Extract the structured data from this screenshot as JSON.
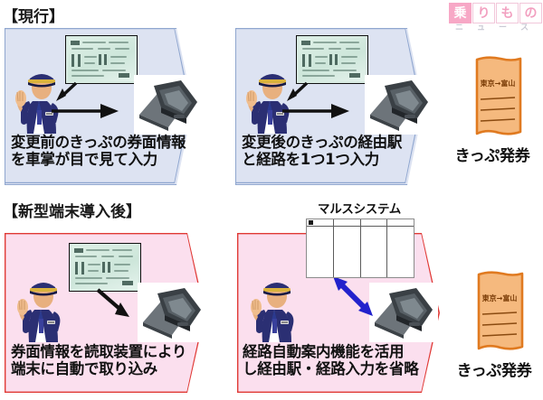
{
  "sections": {
    "current": {
      "heading": "【現行】",
      "panels": [
        {
          "caption_line1": "変更前のきっぷの券面情報",
          "caption_line2": "を車掌が目で見て入力",
          "figure_name": "conductor",
          "ticket_name": "green-train-ticket",
          "device_name": "handheld-terminal"
        },
        {
          "caption_line1": "変更後のきっぷの経由駅",
          "caption_line2": "と経路を1つ1つ入力",
          "figure_name": "conductor",
          "ticket_name": "green-train-ticket",
          "device_name": "handheld-terminal"
        }
      ],
      "output": {
        "ticket_text": "東京→富山",
        "caption": "きっぷ発券"
      }
    },
    "new": {
      "heading": "【新型端末導入後】",
      "panels": [
        {
          "caption_line1": "券面情報を読取装置により",
          "caption_line2": "端末に自動で取り込み",
          "figure_name": "conductor",
          "ticket_name": "green-train-ticket",
          "device_name": "handheld-terminal"
        },
        {
          "caption_line1": "経路自動案内機能を活用",
          "caption_line2": "し経由駅・経路入力を省略",
          "figure_name": "conductor",
          "device_name": "handheld-terminal",
          "system_label": "マルスシステム"
        }
      ],
      "output": {
        "ticket_text": "東京→富山",
        "caption": "きっぷ発券"
      }
    }
  },
  "logo": {
    "row1": [
      "乗",
      "り",
      "も",
      "の"
    ],
    "row2": [
      "ニ",
      "ュ",
      "ー",
      "ス"
    ]
  },
  "colors": {
    "panel_blue_fill": "#dde3f2",
    "panel_blue_border": "#8fa6cf",
    "panel_pink_fill": "#fbdfee",
    "panel_pink_border": "#e03a35",
    "ticket_orange": "#ef8f3c",
    "arrow_blue": "#2222cc",
    "uniform_navy": "#2b2f73",
    "logo_pink": "#f7a8c6"
  }
}
